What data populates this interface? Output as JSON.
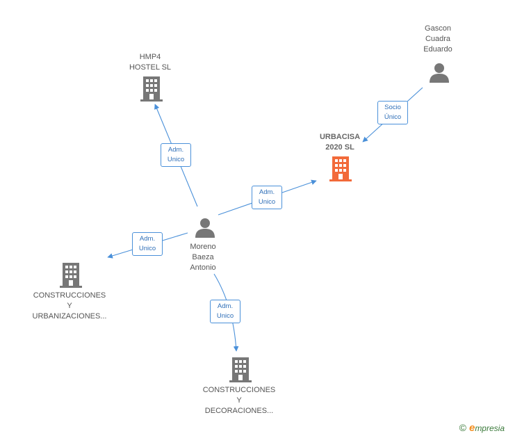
{
  "colors": {
    "edge": "#4a90d9",
    "node_gray": "#777777",
    "node_focus": "#f26a3a",
    "label_text": "#555555"
  },
  "nodes": {
    "gascon": {
      "label": "Gascon\nCuadra\nEduardo",
      "icon": "person-icon"
    },
    "hmp4": {
      "label": "HMP4\nHOSTEL  SL",
      "icon": "building-icon"
    },
    "urbacisa": {
      "label": "URBACISA\n2020  SL",
      "icon": "building-icon"
    },
    "moreno": {
      "label": "Moreno\nBaeza\nAntonio",
      "icon": "person-icon"
    },
    "construcciones_urb": {
      "label": "CONSTRUCCIONES\nY\nURBANIZACIONES...",
      "icon": "building-icon"
    },
    "construcciones_dec": {
      "label": "CONSTRUCCIONES\nY\nDECORACIONES...",
      "icon": "building-icon"
    }
  },
  "edges": {
    "gascon_urbacisa": {
      "line1": "Socio",
      "line2": "Único"
    },
    "moreno_hmp4": {
      "line1": "Adm.",
      "line2": "Unico"
    },
    "moreno_urbacisa": {
      "line1": "Adm.",
      "line2": "Unico"
    },
    "moreno_urb": {
      "line1": "Adm.",
      "line2": "Unico"
    },
    "moreno_dec": {
      "line1": "Adm.",
      "line2": "Unico"
    }
  },
  "footer": {
    "copyright": "©",
    "brand_initial": "e",
    "brand_rest": "mpresia"
  }
}
